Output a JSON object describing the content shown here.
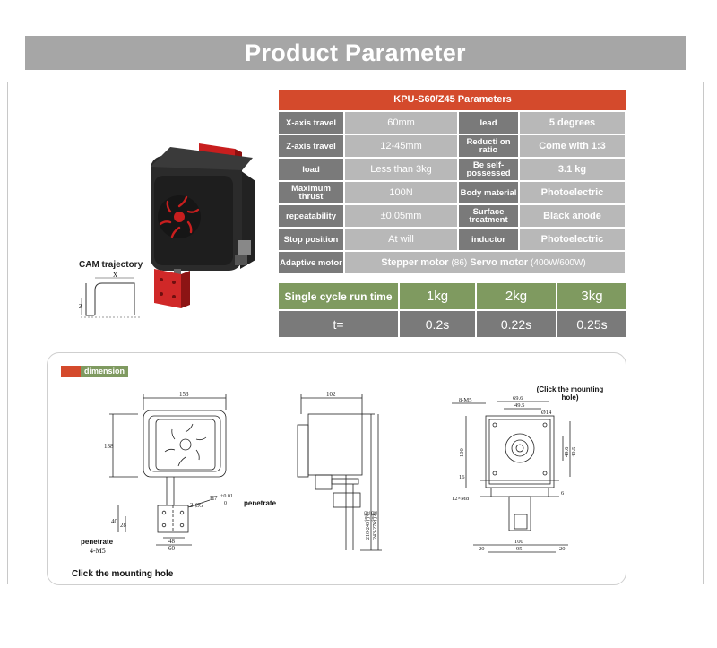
{
  "header": {
    "title": "Product Parameter"
  },
  "params": {
    "title": "KPU-S60/Z45 Parameters",
    "rows": [
      {
        "l1": "X-axis travel",
        "v1": "60mm",
        "l2": "lead",
        "v2": "5 degrees"
      },
      {
        "l1": "Z-axis travel",
        "v1": "12-45mm",
        "l2": "Reducti on ratio",
        "v2": "Come with 1:3"
      },
      {
        "l1": "load",
        "v1": "Less than 3kg",
        "l2": "Be self-possessed",
        "v2": "3.1 kg"
      },
      {
        "l1": "Maximum thrust",
        "v1": "100N",
        "l2": "Body material",
        "v2": "Photoelectric"
      },
      {
        "l1": "repeatability",
        "v1": "±0.05mm",
        "l2": "Surface treatment",
        "v2": "Black anode"
      },
      {
        "l1": "Stop position",
        "v1": "At will",
        "l2": "inductor",
        "v2": "Photoelectric"
      }
    ],
    "adaptive": {
      "label": "Adaptive motor",
      "stepper": "Stepper motor",
      "stepper_note": "(86)",
      "servo": "Servo motor",
      "servo_note": "(400W/600W)"
    }
  },
  "cycle": {
    "header": "Single cycle run time",
    "loads": [
      "1kg",
      "2kg",
      "3kg"
    ],
    "t_label": "t=",
    "times": [
      "0.2s",
      "0.22s",
      "0.25s"
    ]
  },
  "trajectory": {
    "label": "CAM trajectory",
    "x": "X",
    "z": "Z"
  },
  "dimension": {
    "tag": "dimension",
    "front": {
      "width": "153",
      "height": "138",
      "hole_note": "2-Ø5",
      "tol_label": "H7",
      "tol_plus": "+0.01",
      "tol_zero": "0",
      "penetrate_right": "penetrate",
      "penetrate_left": "penetrate",
      "m5": "4-M5",
      "d40": "40",
      "d28": "28",
      "d48": "48",
      "d60": "60"
    },
    "side": {
      "width": "102",
      "stroke1": "210-243行程",
      "stroke2": "243-276行程"
    },
    "rear": {
      "click_note": "(Click the mounting hole)",
      "m5": "8-M5",
      "d696": "69.6",
      "d495": "49.5",
      "dia": "Ø14",
      "h100": "100",
      "r496": "49.6",
      "r495": "49.5",
      "d16": "16",
      "d6": "6",
      "d12m8": "12×M8",
      "b100": "100",
      "b95": "95",
      "b20a": "20",
      "b20b": "20"
    },
    "click_bottom": "Click the mounting hole"
  },
  "colors": {
    "accent_red": "#d44a2c",
    "accent_green": "#7f9a60",
    "dark_cell": "#7a7a7a",
    "light_cell": "#b8b8b8"
  }
}
